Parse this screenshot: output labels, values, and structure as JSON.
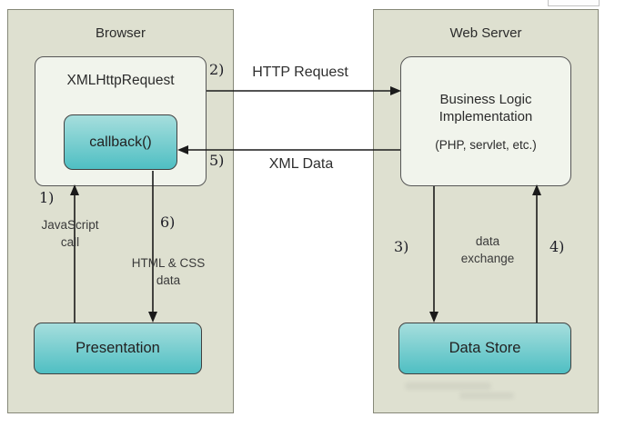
{
  "diagram": {
    "browser": {
      "title": "Browser",
      "xhr_label": "XMLHttpRequest",
      "callback_label": "callback()",
      "presentation_label": "Presentation"
    },
    "server": {
      "title": "Web Server",
      "business_main": "Business Logic Implementation",
      "business_sub": "(PHP, servlet, etc.)",
      "data_store_label": "Data Store"
    },
    "arrows": {
      "a1": {
        "num": "1)",
        "label": "JavaScript call",
        "direction": "up",
        "from": "Presentation",
        "to": "XMLHttpRequest"
      },
      "a2": {
        "num": "2)",
        "label": "HTTP Request",
        "direction": "right",
        "from": "XMLHttpRequest",
        "to": "Business Logic Implementation"
      },
      "a3": {
        "num": "3)",
        "direction": "down",
        "from": "Business Logic Implementation",
        "to": "Data Store"
      },
      "a4": {
        "num": "4)",
        "direction": "up",
        "from": "Data Store",
        "to": "Business Logic Implementation"
      },
      "a5": {
        "num": "5)",
        "label": "XML Data",
        "direction": "left",
        "from": "Business Logic Implementation",
        "to": "callback()"
      },
      "a6": {
        "num": "6)",
        "label": "HTML & CSS data",
        "direction": "down",
        "from": "callback()",
        "to": "Presentation"
      },
      "exchange_label": "data exchange"
    },
    "colors": {
      "panel": "#dee0d0",
      "panel_border": "#868878",
      "box": "#f1f4ec",
      "teal_top": "#a6dedd",
      "teal_bottom": "#4fbfc3",
      "line": "#1a1a1a"
    }
  }
}
